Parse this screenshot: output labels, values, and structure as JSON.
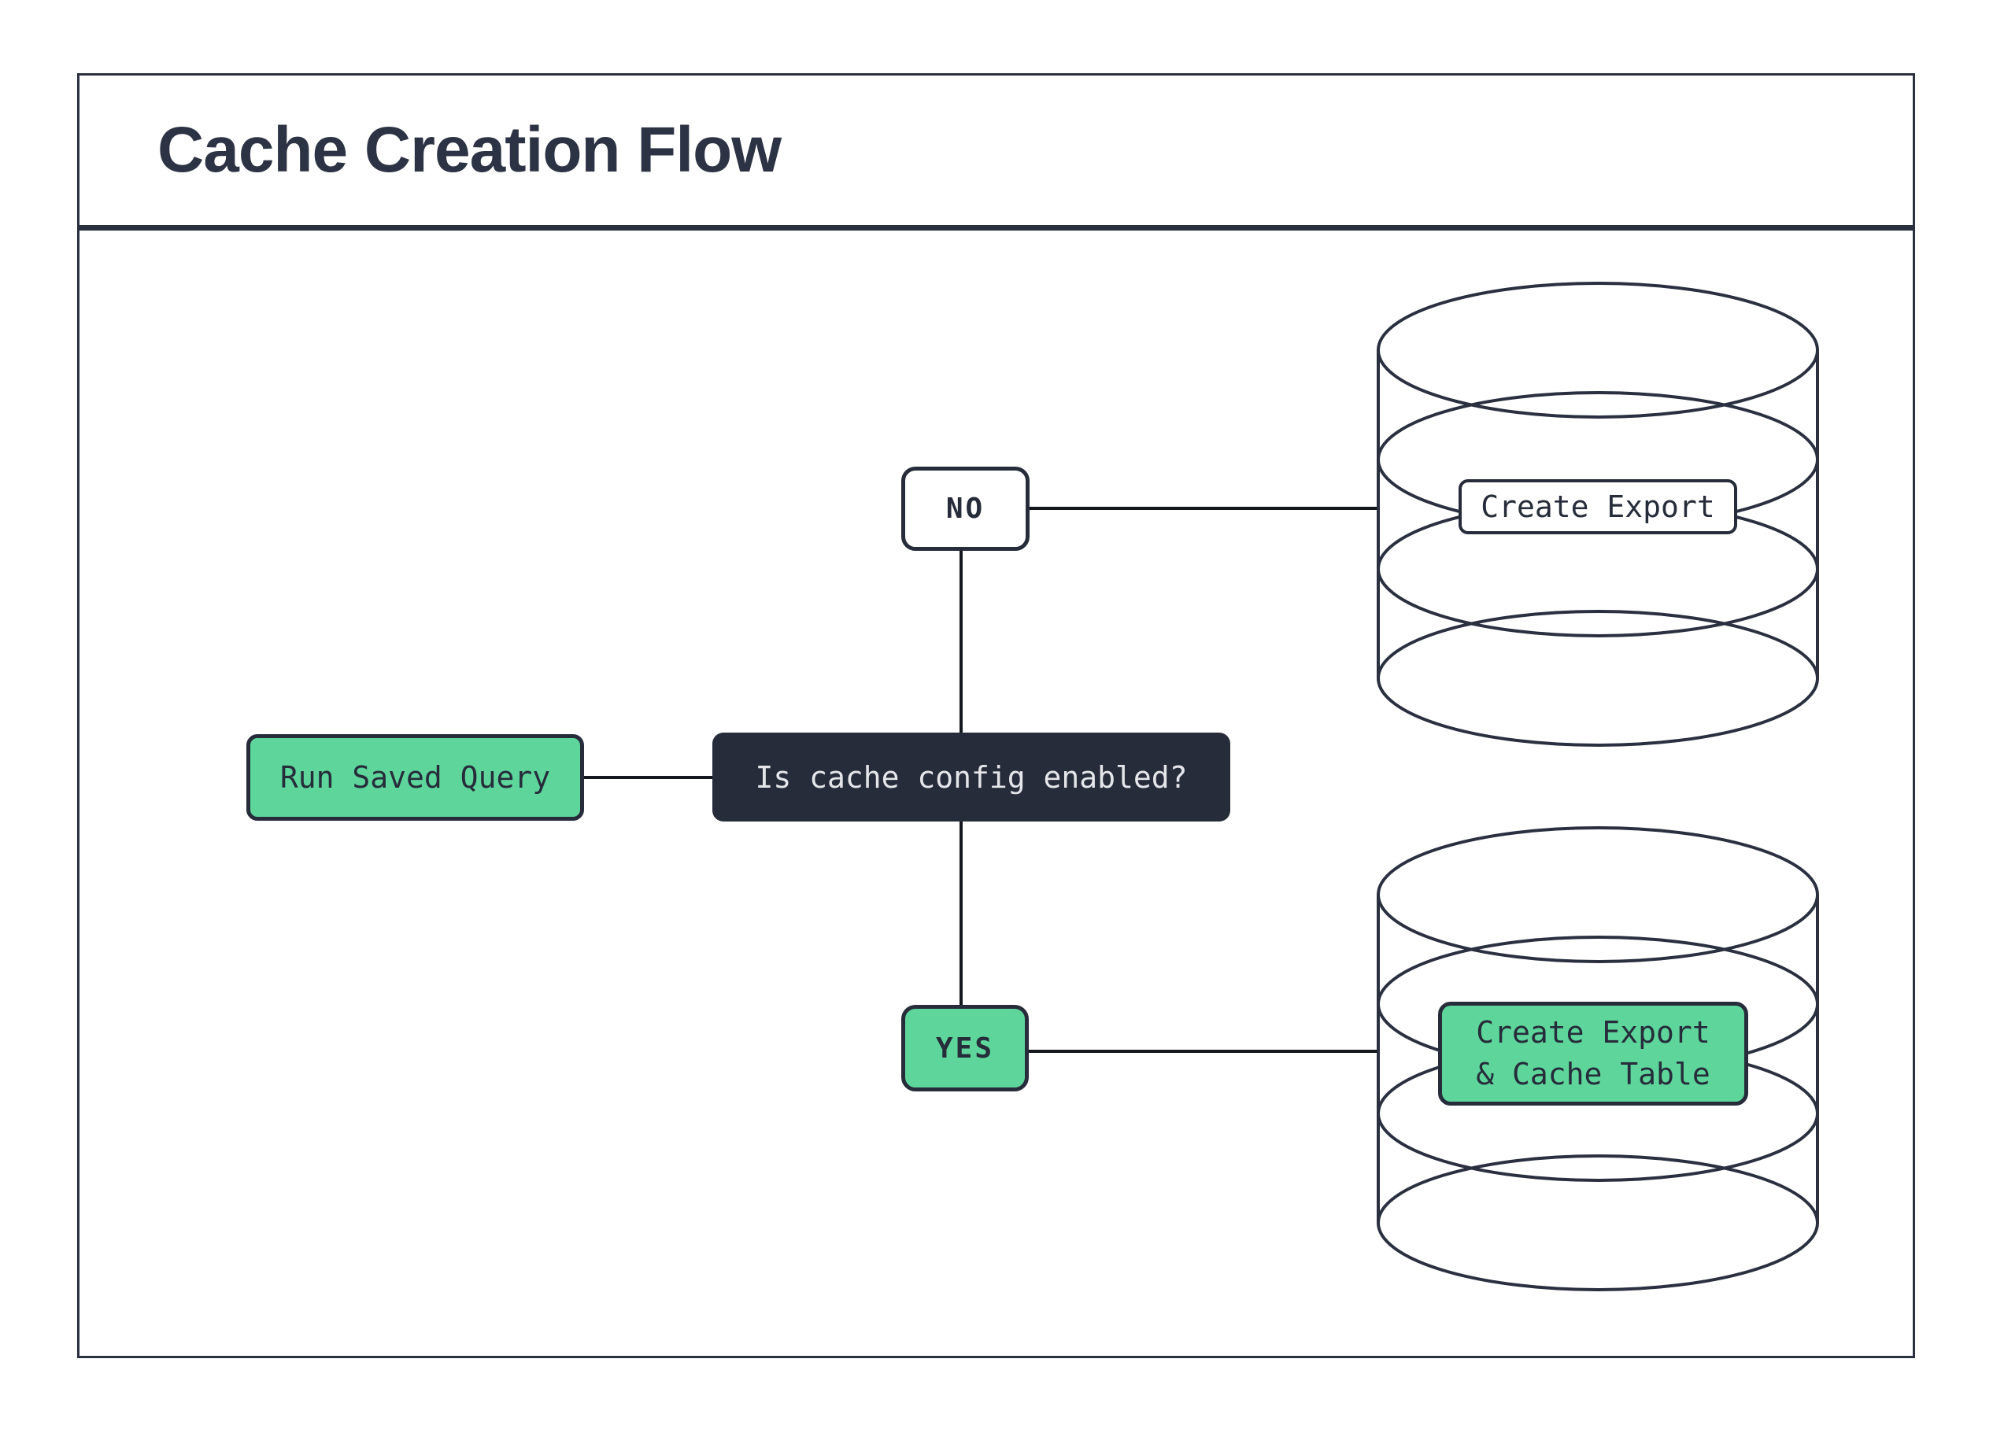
{
  "title": "Cache Creation Flow",
  "nodes": {
    "start": {
      "label": "Run Saved Query"
    },
    "decision": {
      "label": "Is cache config enabled?"
    },
    "no_branch": {
      "label": "NO"
    },
    "yes_branch": {
      "label": "YES"
    },
    "export_result": {
      "label": "Create Export"
    },
    "export_cache_result": {
      "line1": "Create Export",
      "line2": "& Cache Table"
    }
  },
  "icons": {
    "no_result": "database-icon",
    "yes_result": "database-icon"
  },
  "colors": {
    "ink": "#2a3040",
    "accent_green": "#5ed69b",
    "decision_fill": "#272c3b",
    "decision_text": "#e5e6e9",
    "connector": "#14171e",
    "background": "#ffffff"
  }
}
